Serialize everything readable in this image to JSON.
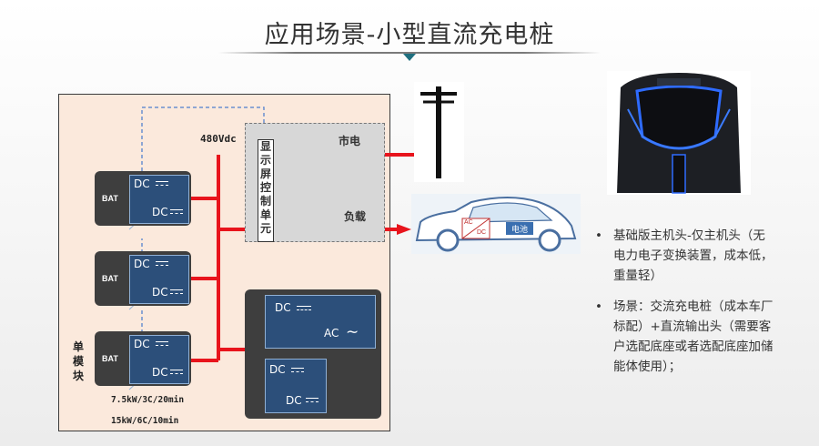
{
  "title": "应用场景-小型直流充电桩",
  "voltage_label": "480Vdc",
  "grid_label": "市电",
  "load_label": "负载",
  "control_unit_label": [
    "显",
    "示",
    "屏",
    "控",
    "制",
    "单",
    "元"
  ],
  "battery_modules": [
    {
      "bat": "BAT",
      "dc_top": "DC",
      "dc_bottom": "DC"
    },
    {
      "bat": "BAT",
      "dc_top": "DC",
      "dc_bottom": "DC"
    },
    {
      "bat": "BAT",
      "dc_top": "DC",
      "dc_bottom": "DC"
    }
  ],
  "single_module_label": [
    "单",
    "模",
    "块"
  ],
  "spec_line_1": "7.5kW/3C/20min",
  "spec_line_2": "15kW/6C/10min",
  "converter_top": {
    "left": "DC",
    "right": "AC"
  },
  "converter_bottom": {
    "top": "DC",
    "bottom": "DC"
  },
  "car": {
    "ac": "AC",
    "dc": "DC",
    "battery": "电池"
  },
  "bullets": [
    "基础版主机头-仅主机头（无电力电子变换装置，成本低，重量轻）",
    "场景：交流充电桩（成本车厂标配）+直流输出头（需要客户选配底座或者选配底座加储能体使用）；"
  ],
  "colors": {
    "wire": "#e8141c",
    "module_bg": "#3e3e3e",
    "dc_panel": "#2c4f7a",
    "panel_bg": "#fbe9dc",
    "accent": "#1f6f7f"
  }
}
